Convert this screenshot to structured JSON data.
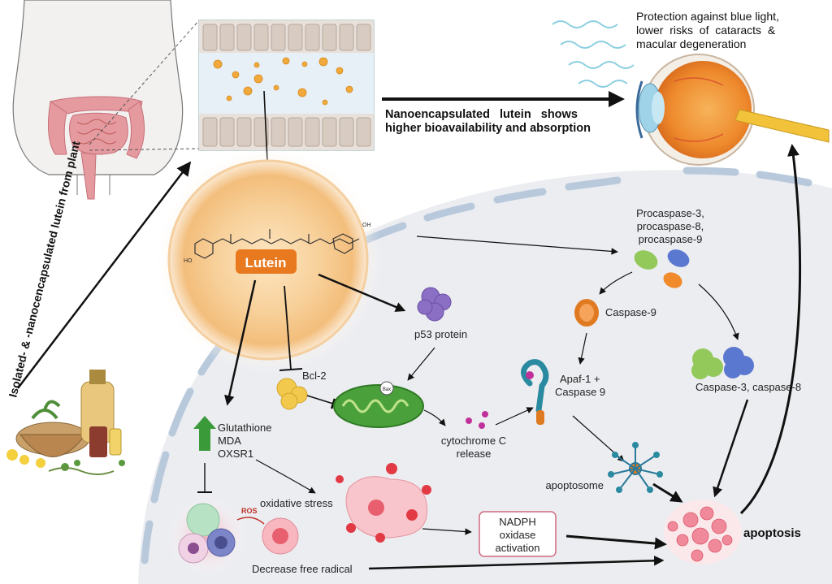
{
  "labels": {
    "vertical_source": "Isolated- & -nanocencapsulated lutein from plant",
    "absorption_line1": "Nanoencapsulated   lutein   shows",
    "absorption_line2": "higher bioavailability and absorption",
    "protection_line1": "Protection against blue light,",
    "protection_line2": "lower  risks  of  cataracts  &",
    "protection_line3": "macular degeneration",
    "lutein": "Lutein",
    "procaspase_line1": "Procaspase-3,",
    "procaspase_line2": "procaspase-8,",
    "procaspase_line3": "procaspase-9",
    "caspase9": "Caspase-9",
    "p53": "p53 protein",
    "bcl2": "Bcl-2",
    "bax": "Bax",
    "caspase38": "Caspase-3, caspase-8",
    "apaf_line1": "Apaf-1 +",
    "apaf_line2": "Caspase 9",
    "cytc_line1": "cytochrome C",
    "cytc_line2": "release",
    "glutathione": "Glutathione",
    "mda": "MDA",
    "oxsr1": "OXSR1",
    "oxidative_stress": "oxidative stress",
    "ros": "ROS",
    "decrease_free_radical": "Decrease free radical",
    "nadph_line1": "NADPH",
    "nadph_line2": "oxidase",
    "nadph_line3": "activation",
    "apoptosome": "apoptosome",
    "apoptosis": "apoptosis",
    "mol_oh_left": "HO",
    "mol_oh_right": "OH"
  },
  "colors": {
    "cell_fill": "#ecedf1",
    "cell_border": "#b9c6d8",
    "lutein_glow": "#f6c98a",
    "lutein_core": "#f2b75f",
    "lutein_badge": "#e8791f",
    "arrow": "#111111",
    "green_arrow": "#3a9a3a",
    "nadph_border": "#d26a82",
    "eye_orange": "#f08a2a"
  }
}
